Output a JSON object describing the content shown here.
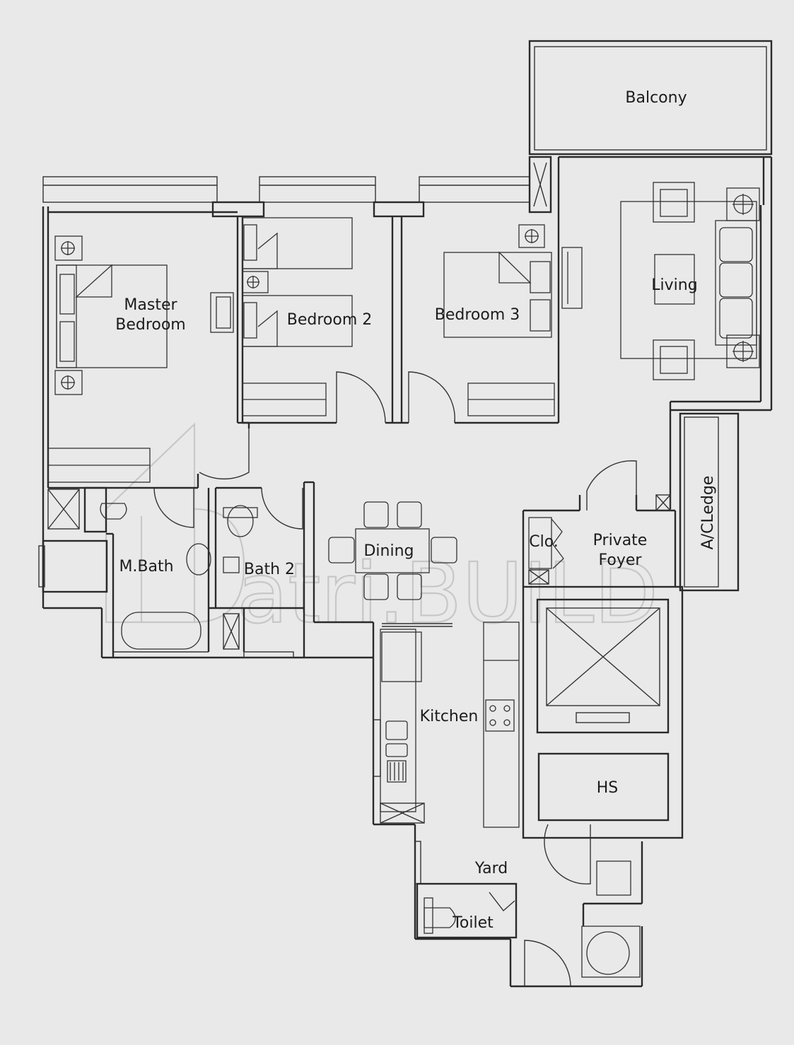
{
  "rooms": {
    "balcony": "Balcony",
    "living": "Living",
    "master_bedroom_line1": "Master",
    "master_bedroom_line2": "Bedroom",
    "bedroom2": "Bedroom 2",
    "bedroom3": "Bedroom 3",
    "dining": "Dining",
    "m_bath": "M.Bath",
    "bath2": "Bath 2",
    "clo": "Clo.",
    "private_foyer_line1": "Private",
    "private_foyer_line2": "Foyer",
    "ac_ledge": "A/CLedge",
    "kitchen": "Kitchen",
    "hs": "HS",
    "yard": "Yard",
    "toilet": "Toilet"
  },
  "watermark": {
    "text": "atri.BUILD"
  },
  "colors": {
    "background": "#e9e9e9",
    "lines": "#2a2a2a",
    "watermark": "#bcbcbc"
  }
}
